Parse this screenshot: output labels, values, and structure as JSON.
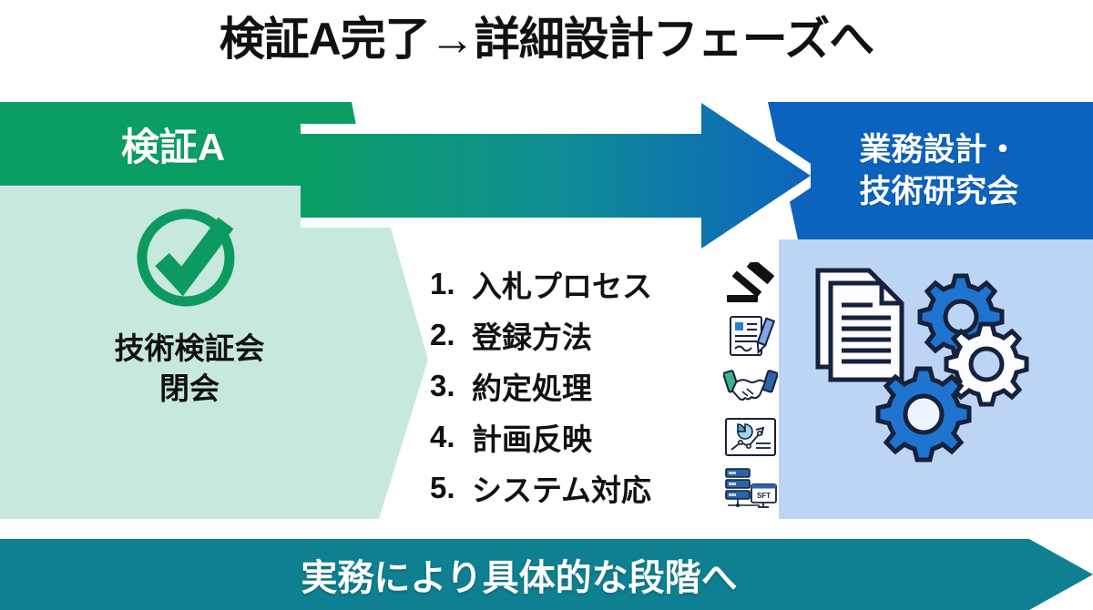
{
  "title": "検証A完了→詳細設計フェーズへ",
  "left_panel": {
    "header_label": "検証A",
    "icon": "check-circle-icon",
    "body_line1": "技術検証会",
    "body_line2": "閉会",
    "header_color": "#0a9e63",
    "body_color": "#c7e8dc"
  },
  "arrow": {
    "name": "green-to-blue-arrow",
    "gradient_from": "#0a9e63",
    "gradient_to": "#0b63bd"
  },
  "right_panel": {
    "header_line1": "業務設計・",
    "header_line2": "技術研究会",
    "icons": [
      "documents-icon",
      "gears-icon"
    ],
    "header_color": "#0b63bd",
    "body_color": "#bcd5f4"
  },
  "steps": [
    {
      "number": "1.",
      "label": "入札プロセス",
      "icon": "gavel-icon"
    },
    {
      "number": "2.",
      "label": "登録方法",
      "icon": "document-pen-icon"
    },
    {
      "number": "3.",
      "label": "約定処理",
      "icon": "handshake-icon"
    },
    {
      "number": "4.",
      "label": "計画反映",
      "icon": "chart-board-icon"
    },
    {
      "number": "5.",
      "label": "システム対応",
      "icon": "server-monitor-icon"
    }
  ],
  "server_icon_label": "SFT",
  "bottom_banner": {
    "label": "実務により具体的な段階へ",
    "color": "#0e8091"
  }
}
